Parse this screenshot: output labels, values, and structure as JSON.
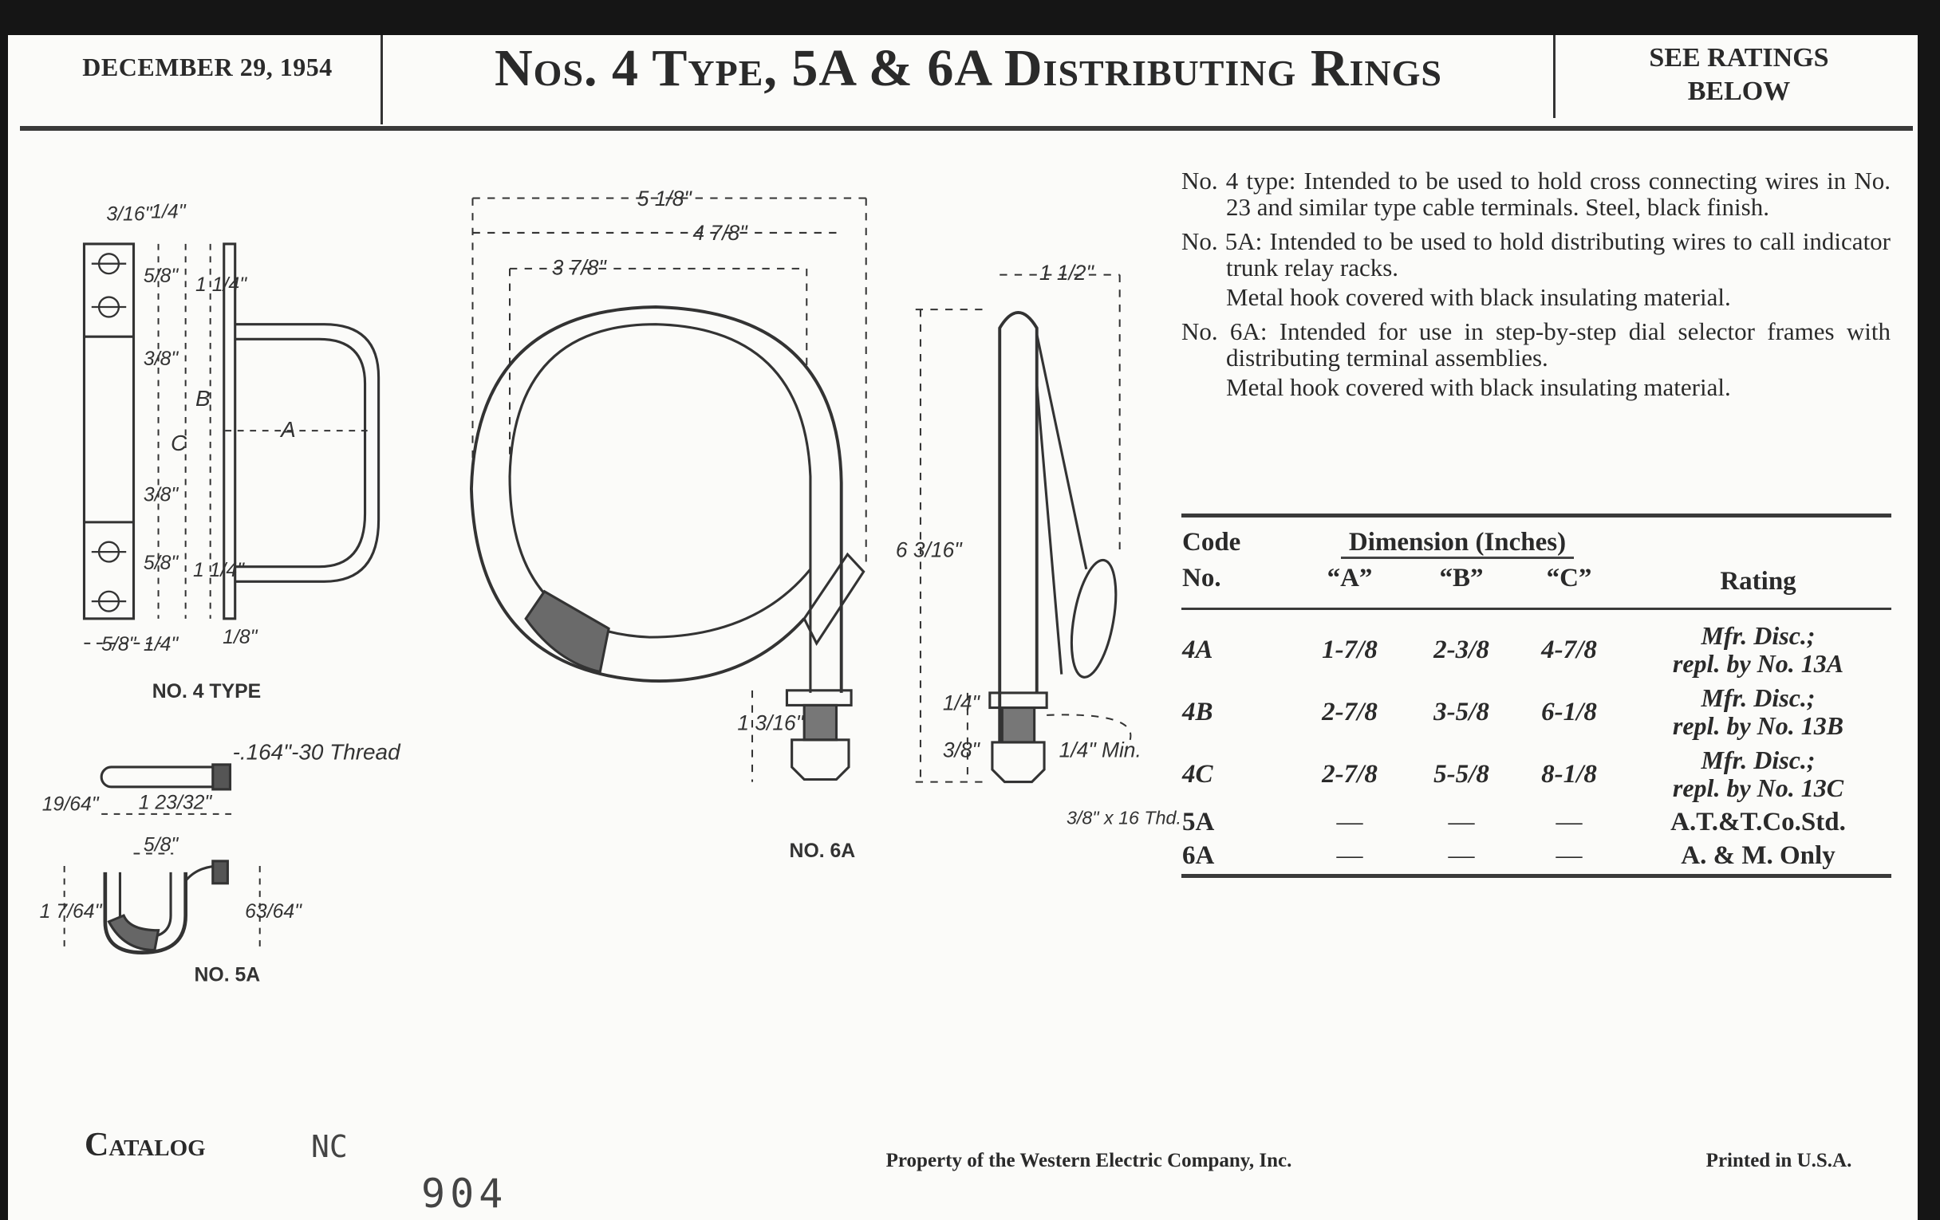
{
  "header": {
    "date": "DECEMBER 29, 1954",
    "title": "Nos. 4 Type, 5A & 6A Distributing Rings",
    "note_line1": "SEE RATINGS",
    "note_line2": "BELOW"
  },
  "descriptions": [
    {
      "lead": "No. 4 type:",
      "text": "Intended to be used to hold cross connecting wires in No. 23 and similar type cable terminals. Steel, black finish.",
      "extra": ""
    },
    {
      "lead": "No. 5A:",
      "text": "Intended to be used to hold distributing wires to call indicator trunk relay racks.",
      "extra": "Metal hook covered with black insulating material."
    },
    {
      "lead": "No. 6A:",
      "text": "Intended for use in step-by-step dial selector frames with distributing terminal assemblies.",
      "extra": "Metal hook covered with black insulating material."
    }
  ],
  "table": {
    "code_h1": "Code",
    "code_h2": "No.",
    "dim_header": "Dimension (Inches)",
    "col_a": "“A”",
    "col_b": "“B”",
    "col_c": "“C”",
    "rating_header": "Rating",
    "rows": [
      {
        "code": "4A",
        "a": "1-7/8",
        "b": "2-3/8",
        "c": "4-7/8",
        "rating1": "Mfr. Disc.;",
        "rating2": "repl. by No. 13A"
      },
      {
        "code": "4B",
        "a": "2-7/8",
        "b": "3-5/8",
        "c": "6-1/8",
        "rating1": "Mfr. Disc.;",
        "rating2": "repl. by No. 13B"
      },
      {
        "code": "4C",
        "a": "2-7/8",
        "b": "5-5/8",
        "c": "8-1/8",
        "rating1": "Mfr. Disc.;",
        "rating2": "repl. by No. 13C"
      },
      {
        "code": "5A",
        "a": "—",
        "b": "—",
        "c": "—",
        "rating1": "A.T.&T.Co.Std.",
        "rating2": ""
      },
      {
        "code": "6A",
        "a": "—",
        "b": "—",
        "c": "—",
        "rating1": "A. & M. Only",
        "rating2": ""
      }
    ]
  },
  "drawings": {
    "no4": {
      "caption": "NO. 4 TYPE",
      "dims": {
        "w316": "3/16\"",
        "w14": "1/4\"",
        "h58a": "5/8\"",
        "h114a": "1 1/4\"",
        "h38a": "3/8\"",
        "B": "B",
        "C": "C",
        "A": "A",
        "h38b": "3/8\"",
        "h58b": "5/8\"",
        "h114b": "1 1/4\"",
        "b58": "5/8\"",
        "b14": "1/4\"",
        "b18": "1/8\""
      }
    },
    "no5a": {
      "caption": "NO. 5A",
      "dims": {
        "thread": "-.164\"-30 Thread",
        "d1964": "19/64\"",
        "d12332": "1 23/32\"",
        "d58": "5/8\"",
        "d1764": "1 7/64\"",
        "d6364": "63/64\""
      }
    },
    "no6a": {
      "caption": "NO. 6A",
      "dims": {
        "d518": "5 1/8\"",
        "d478": "4 7/8\"",
        "d378": "3 7/8\"",
        "d112": "1 1/2\"",
        "d6316": "6 3/16\"",
        "d1316": "1 3/16\"",
        "d14": "1/4\"",
        "d38": "3/8\"",
        "min": "1/4\" Min.",
        "thd": "3/8\" x 16 Thd."
      }
    }
  },
  "footer": {
    "catalog": "Catalog",
    "handwritten_nc": "NC",
    "handwritten_number": "904",
    "property": "Property of the Western Electric Company, Inc.",
    "printed": "Printed in U.S.A."
  }
}
